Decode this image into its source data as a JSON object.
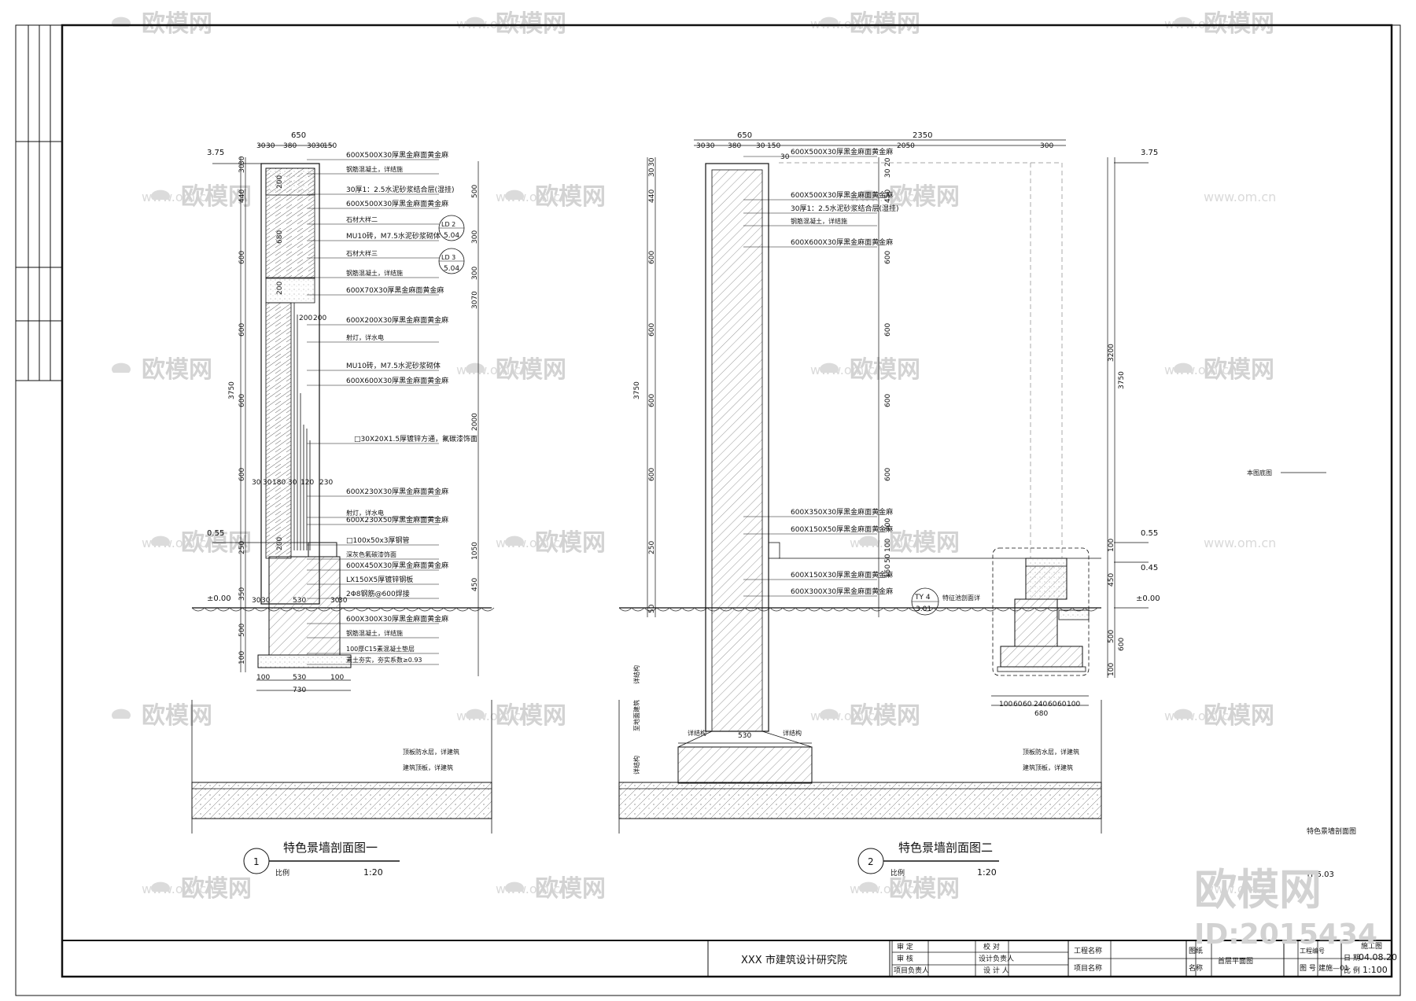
{
  "watermark": {
    "brand": "欧模网",
    "url": "www.om.cn",
    "id_label": "ID:2015434"
  },
  "title_block": {
    "institute": "XXX 市建筑设计研究院",
    "roles": [
      "审 定",
      "审 核",
      "项目负责人",
      "校 对",
      "设计负责人",
      "设 计 人"
    ],
    "project_name_label": "工程名称",
    "item_name_label": "项目名称",
    "drawing_label": "图纸",
    "name_label": "名称",
    "drawing_name": "首层平面图",
    "job_no_label": "工程编号",
    "drawing_no_label": "图 号",
    "drawing_no": "建施—01",
    "stage": "施工图",
    "date_label": "日 期",
    "date": "04.08.20",
    "scale_label": "比 例",
    "scale": "1:100",
    "sheet_note": "特色景墙剖面图",
    "sheet_ref": "TH5.03",
    "side_note": "本图底图"
  },
  "section1": {
    "number": "1",
    "title": "特色景墙剖面图一",
    "scale_label": "比例",
    "scale": "1:20",
    "elev_top": "3.75",
    "elev_mid": "0.55",
    "elev_zero": "±0.00",
    "top_dims": [
      "650",
      "30",
      "30",
      "380",
      "30",
      "30",
      "150"
    ],
    "left_dims": [
      "30",
      "30",
      "440",
      "600",
      "600",
      "600",
      "600",
      "250",
      "350",
      "500",
      "100",
      "3750"
    ],
    "right_dims": [
      "500",
      "300",
      "300",
      "3070",
      "2000",
      "1050",
      "450"
    ],
    "bottom_dims": [
      "100",
      "530",
      "100",
      "730"
    ],
    "mid_dims": [
      "30",
      "30",
      "180",
      "30",
      "120",
      "230",
      "200",
      "200",
      "30",
      "530",
      "30",
      "30",
      "30",
      "200",
      "680",
      "200",
      "200"
    ],
    "labels": [
      "600X500X30厚黑金麻面黄金麻",
      "钢筋混凝土，详结施",
      "30厚1：2.5水泥砂浆结合层(湿挂)",
      "600X500X30厚黑金麻面黄金麻",
      "石材大样二",
      "MU10砖，M7.5水泥砂浆砌体",
      "石材大样三",
      "钢筋混凝土，详结施",
      "600X70X30厚黑金麻面黄金麻",
      "600X200X30厚黑金麻面黄金麻",
      "射灯，详水电",
      "MU10砖，M7.5水泥砂浆砌体",
      "600X600X30厚黑金麻面黄金麻",
      "□30X20X1.5厚镀锌方通，氟碳漆饰面",
      "600X230X30厚黑金麻面黄金麻",
      "射灯，详水电",
      "600X230X50厚黑金麻面黄金麻",
      "□100x50x3厚钢管",
      "深灰色氟碳漆饰面",
      "600X450X30厚黑金麻面黄金麻",
      "LX150X5厚镀锌钢板",
      "2Φ8钢筋@600焊接",
      "600X300X30厚黑金麻面黄金麻",
      "钢筋混凝土，详结施",
      "100厚C15素混凝土垫层",
      "素土夯实，夯实系数≥0.93"
    ],
    "ld2": {
      "top": "LD 2",
      "bottom": "5.04"
    },
    "ld3": {
      "top": "LD 3",
      "bottom": "5.04"
    },
    "roof_notes": [
      "顶板防水层，详建筑",
      "建筑顶板，详建筑"
    ]
  },
  "section2": {
    "number": "2",
    "title": "特色景墙剖面图二",
    "scale_label": "比例",
    "scale": "1:20",
    "elev_top": "3.75",
    "elev_055": "0.55",
    "elev_045": "0.45",
    "elev_zero": "±0.00",
    "top_dims": [
      "650",
      "2350",
      "30",
      "30",
      "380",
      "30",
      "150",
      "2050",
      "300",
      "30"
    ],
    "left_dims": [
      "30",
      "30",
      "440",
      "600",
      "600",
      "600",
      "600",
      "250",
      "50",
      "3750"
    ],
    "right_dims": [
      "20",
      "30",
      "450",
      "600",
      "600",
      "600",
      "600",
      "300",
      "100",
      "50",
      "150",
      "3200",
      "3750",
      "100",
      "450",
      "500",
      "600",
      "100"
    ],
    "foot_dims": [
      "530",
      "100",
      "60",
      "60",
      "240",
      "60",
      "60",
      "100",
      "680"
    ],
    "labels": [
      "600X500X30厚黑金麻面黄金麻",
      "600X500X30厚黑金麻面黄金麻",
      "30厚1：2.5水泥砂浆结合层(湿挂)",
      "钢筋混凝土，详结施",
      "600X600X30厚黑金麻面黄金麻",
      "600X350X30厚黑金麻面黄金麻",
      "600X150X50厚黑金麻面黄金麻",
      "600X150X30厚黑金麻面黄金麻",
      "600X300X30厚黑金麻面黄金麻",
      "特征池剖面详"
    ],
    "ty4": {
      "top": "TY 4",
      "bottom": "3.01"
    },
    "side_notes": [
      "详结构",
      "至地面建筑",
      "详结构",
      "详结构",
      "详结构"
    ],
    "roof_notes": [
      "顶板防水层，详建筑",
      "建筑顶板，详建筑"
    ]
  }
}
